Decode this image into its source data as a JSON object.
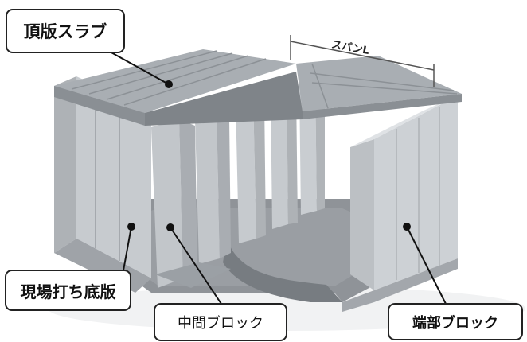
{
  "labels": {
    "top_slab": "頂版スラブ",
    "floor_slab": "現場打ち底版",
    "middle_block": "中間ブロック",
    "end_block": "端部ブロック",
    "span": "スパンL"
  },
  "colors": {
    "wall_light": "#cdd0d3",
    "wall_mid": "#b4b8bc",
    "wall_dark": "#9a9fa4",
    "floor": "#8d9196",
    "floor_shadow": "#6f7479",
    "slab_top": "#a7acb1",
    "slab_edge": "#7e8388",
    "line": "#111111"
  }
}
